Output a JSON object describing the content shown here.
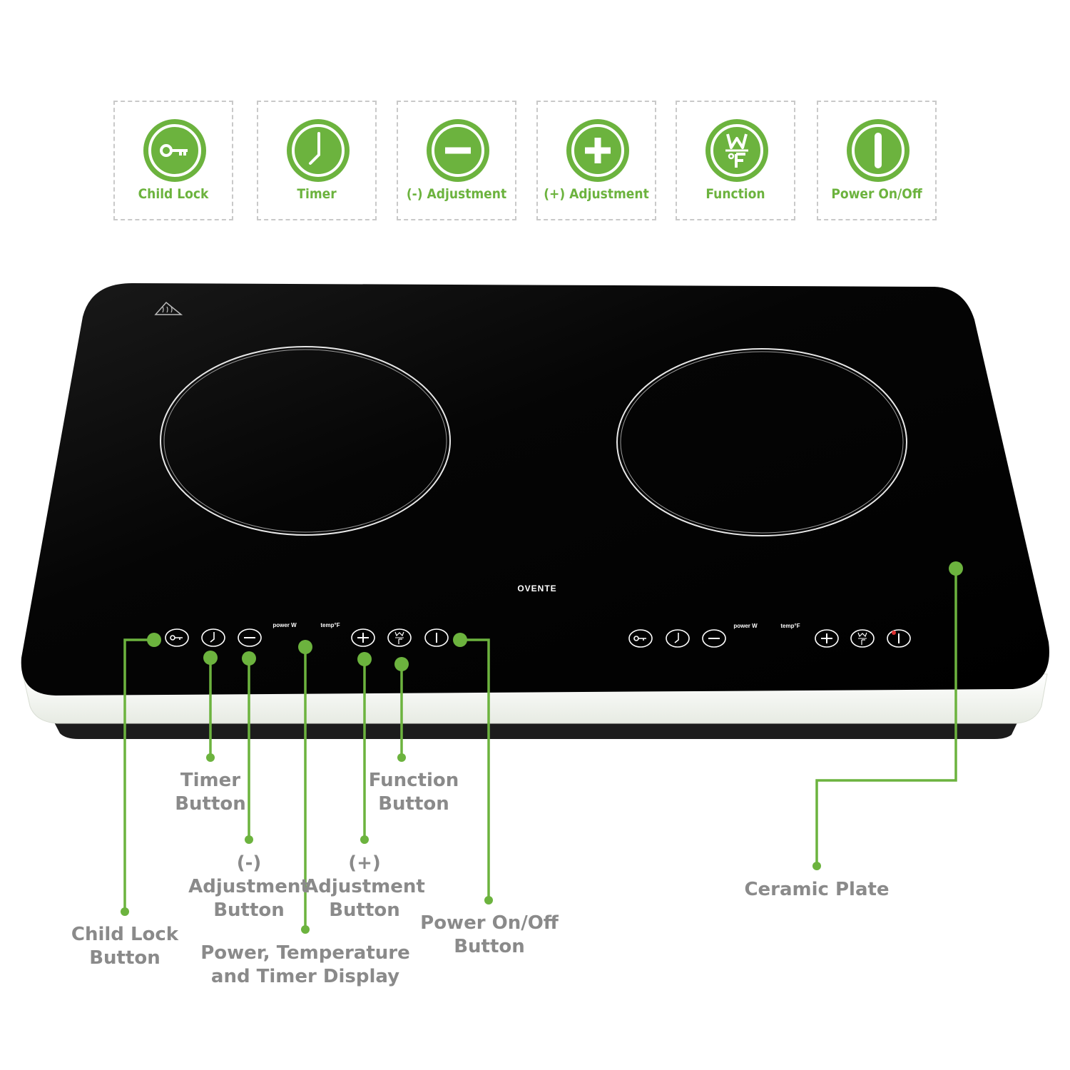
{
  "legend": [
    {
      "label": "Child Lock",
      "icon": "key-icon"
    },
    {
      "label": "Timer",
      "icon": "clock-icon"
    },
    {
      "label": "(-) Adjustment",
      "icon": "minus-icon"
    },
    {
      "label": "(+) Adjustment",
      "icon": "plus-icon"
    },
    {
      "label": "Function",
      "icon": "watt-fahrenheit-icon"
    },
    {
      "label": "Power On/Off",
      "icon": "power-icon"
    }
  ],
  "cooktop": {
    "brand": "OVENTE",
    "left_panel": {
      "power_label": "power W",
      "temp_label": "temp°F"
    },
    "right_panel": {
      "power_label": "power W",
      "temp_label": "temp°F"
    }
  },
  "callouts": {
    "child_lock": "Child Lock\nButton",
    "timer": "Timer\nButton",
    "minus": "(-)\nAdjustment\nButton",
    "display": "Power, Temperature\nand Timer Display",
    "plus": "(+)\nAdjustment\nButton",
    "function": "Function\nButton",
    "power": "Power On/Off\nButton",
    "ceramic": "Ceramic Plate"
  },
  "colors": {
    "accent": "#6cb33e",
    "callout_text": "#8a8a8a",
    "glass": "#050505"
  }
}
